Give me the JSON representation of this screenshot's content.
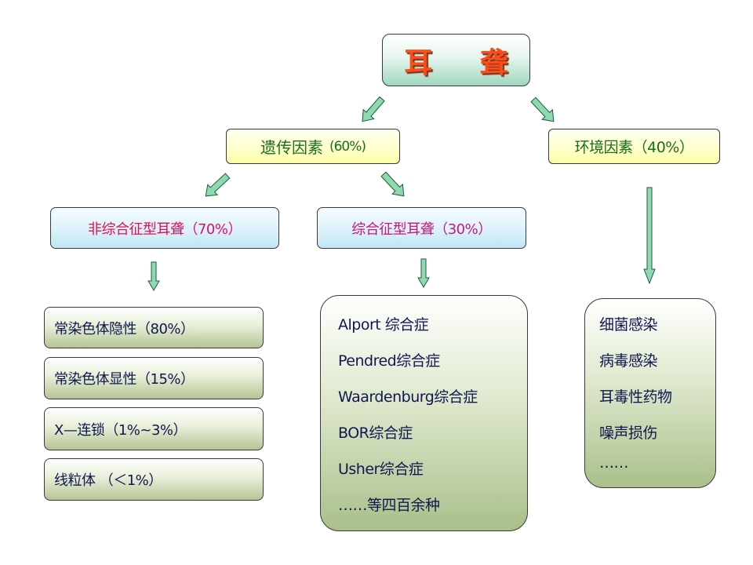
{
  "title": "耳 聋",
  "genetic": {
    "label": "遗传因素",
    "pct": "(60%)"
  },
  "environmental": {
    "label": "环境因素（40%）"
  },
  "nonsyndromic": {
    "label": "非综合征型耳聋（70%）"
  },
  "syndromic": {
    "label": "综合征型耳聋（30%）"
  },
  "nonsyndromic_types": [
    "常染色体隐性（80%）",
    "常染色体显性（15%）",
    "X—连锁（1%~3%）",
    "线粒体 （＜1%）"
  ],
  "syndromes": [
    "Alport  综合症",
    "Pendred综合症",
    "Waardenburg综合症",
    "BOR综合症",
    "Usher综合症",
    "……等四百余种"
  ],
  "environmental_causes": [
    "细菌感染",
    "病毒感染",
    "耳毒性药物",
    "噪声损伤",
    "……"
  ],
  "colors": {
    "title": "#ff4a1a",
    "genetic_text": "#1a6e1a",
    "nonsyndromic_text": "#e0105a",
    "syndromic_text": "#cc1677",
    "list_text": "#111850",
    "arrow_fill": "#8ed9b0"
  }
}
